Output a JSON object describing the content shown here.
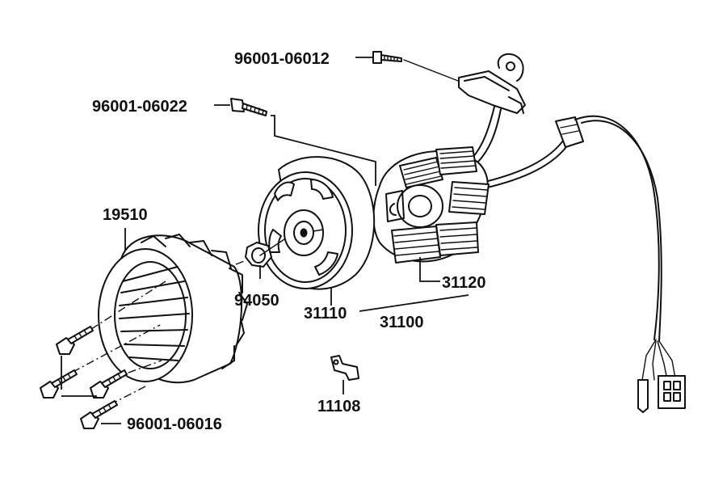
{
  "labels": {
    "bolt_top": "96001-06012",
    "bolt_mid": "96001-06022",
    "fan": "19510",
    "nut": "94050",
    "flywheel": "31110",
    "stator": "31120",
    "assembly": "31100",
    "clip": "11108",
    "bolt_fan": "96001-06016"
  }
}
